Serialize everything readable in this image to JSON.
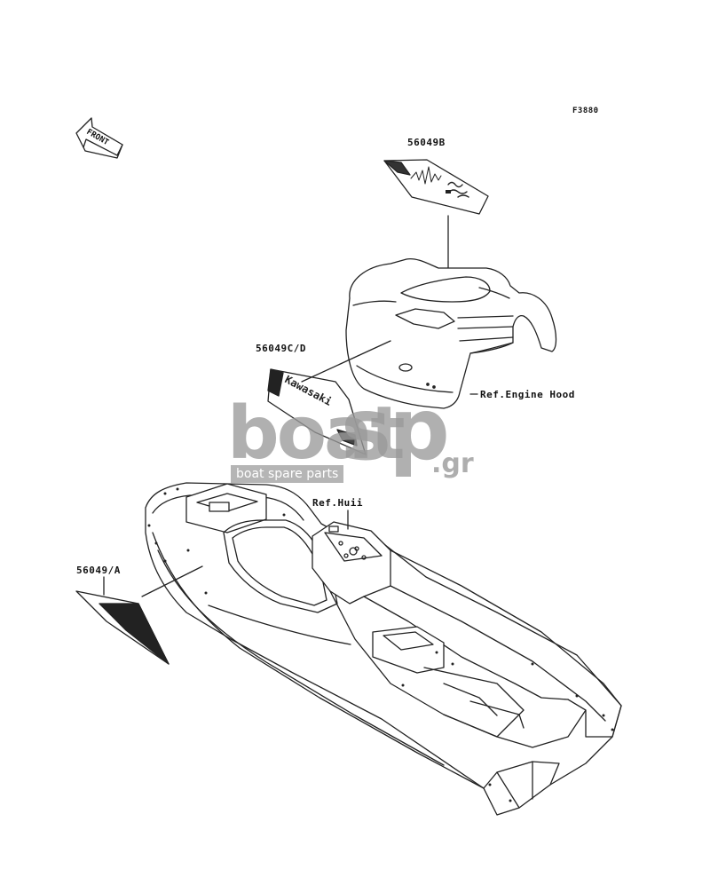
{
  "figure_code": "F3880",
  "front_marker": "FRONT",
  "watermark": {
    "brand_boat": "boat",
    "brand_sp": "sp",
    "brand_tld": ".gr",
    "tagline": "boat spare parts"
  },
  "parts": [
    {
      "id": "p1",
      "label": "56049B"
    },
    {
      "id": "p2",
      "label": "56049C/D"
    },
    {
      "id": "p3",
      "label": "56049/A"
    }
  ],
  "references": [
    {
      "id": "r1",
      "label": "Ref.Engine Hood"
    },
    {
      "id": "r2",
      "label": "Ref.Huii"
    }
  ],
  "decal_text": {
    "side_decal": "Kawasaki"
  }
}
